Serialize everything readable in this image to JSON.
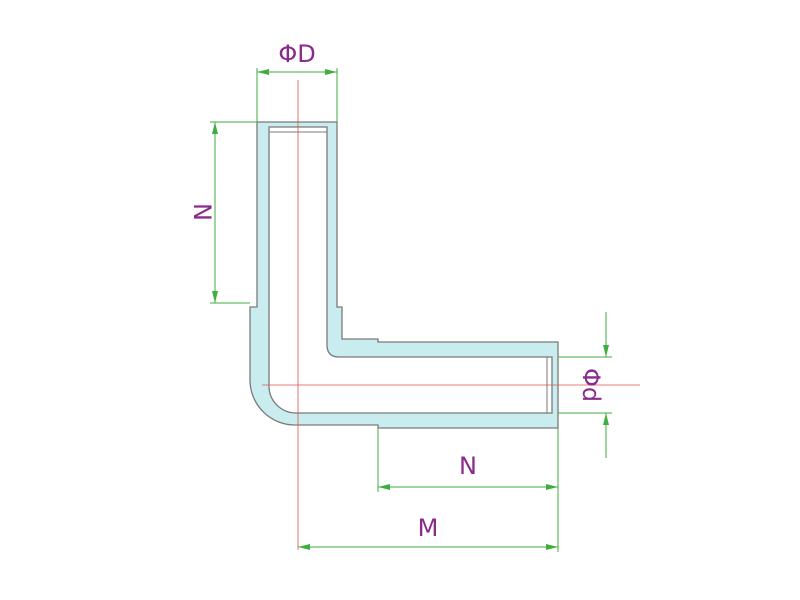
{
  "colors": {
    "dimension_text": "#8a2b8c",
    "dimension_line": "#3fae3f",
    "centerline": "#e0504f",
    "pipe_wall_fill": "#c9ecef",
    "pipe_outline": "#7a7a7a"
  },
  "labels": {
    "outer_diameter": "ΦD",
    "inner_diameter": "Φd",
    "socket_depth_vertical": "N",
    "socket_depth_horizontal": "N",
    "overall_length": "M"
  }
}
